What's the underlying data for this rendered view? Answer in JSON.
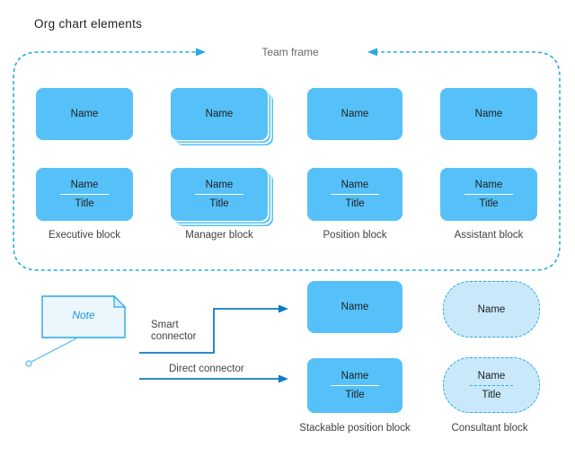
{
  "title": "Org chart elements",
  "team_frame": {
    "label": "Team frame"
  },
  "columns": [
    {
      "label": "Executive block",
      "simple": {
        "name": "Name"
      },
      "combo": {
        "name": "Name",
        "title": "Title"
      }
    },
    {
      "label": "Manager block",
      "simple": {
        "name": "Name"
      },
      "combo": {
        "name": "Name",
        "title": "Title"
      }
    },
    {
      "label": "Position block",
      "simple": {
        "name": "Name"
      },
      "combo": {
        "name": "Name",
        "title": "Title"
      }
    },
    {
      "label": "Assistant block",
      "simple": {
        "name": "Name"
      },
      "combo": {
        "name": "Name",
        "title": "Title"
      }
    }
  ],
  "note": {
    "text": "Note"
  },
  "connectors": {
    "smart_label": "Smart connector",
    "direct_label": "Direct connector"
  },
  "stackable": {
    "label": "Stackable position block",
    "simple": {
      "name": "Name"
    },
    "combo": {
      "name": "Name",
      "title": "Title"
    }
  },
  "consultant": {
    "label": "Consultant block",
    "simple": {
      "name": "Name"
    },
    "combo": {
      "name": "Name",
      "title": "Title"
    }
  },
  "colors": {
    "block-fill": "#55C1F8",
    "frame-stroke": "#29ABE2",
    "connector-stroke": "#0E7AC4",
    "note-fill": "#EBF6FD",
    "note-fold-fill": "#D8EEFB",
    "note-stroke": "#29A9E0",
    "note-text": "#1C9AD6",
    "leader-stroke": "#66C5F4",
    "consultant-fill": "#C9E9FB",
    "consultant-stroke": "#2AA9E1",
    "text-dark": "#1E1E1E",
    "label-color": "#424242",
    "frame-label-color": "#666666"
  }
}
